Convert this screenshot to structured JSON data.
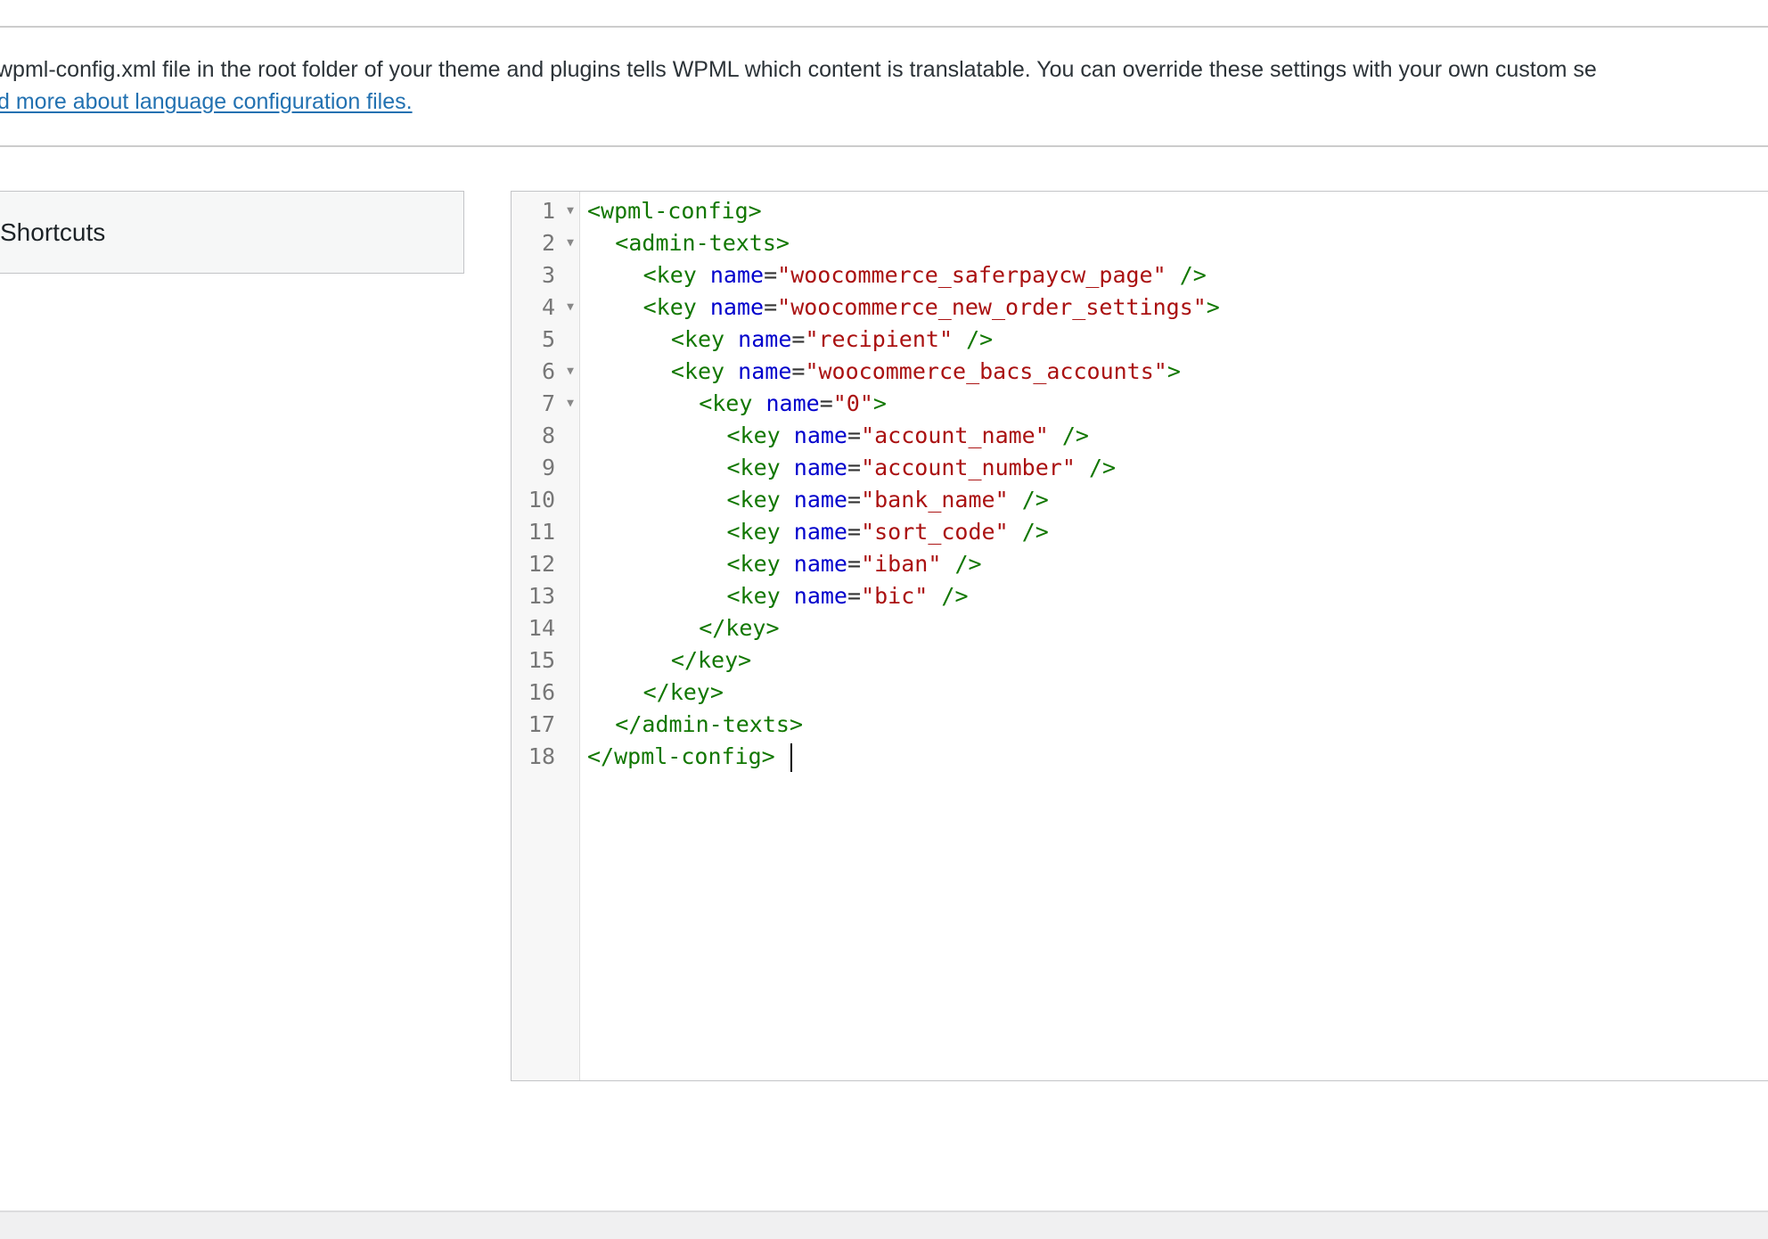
{
  "intro": {
    "text": "wpml-config.xml file in the root folder of your theme and plugins tells WPML which content is translatable. You can override these settings with your own custom se",
    "link_text": "d more about language configuration files."
  },
  "shortcuts": {
    "label": "Shortcuts"
  },
  "editor": {
    "language": "xml",
    "colors": {
      "tag": "#117700",
      "attribute": "#0000cc",
      "string": "#aa1111",
      "gutter_bg": "#f7f7f7",
      "line_number": "#777777"
    },
    "lines": [
      {
        "num": "1",
        "fold": true,
        "indent": 0,
        "tokens": [
          {
            "t": "tag",
            "v": "<wpml-config>"
          }
        ]
      },
      {
        "num": "2",
        "fold": true,
        "indent": 1,
        "tokens": [
          {
            "t": "tag",
            "v": "<admin-texts>"
          }
        ]
      },
      {
        "num": "3",
        "fold": false,
        "indent": 2,
        "tokens": [
          {
            "t": "tag",
            "v": "<key"
          },
          {
            "t": "plain",
            "v": " "
          },
          {
            "t": "attr",
            "v": "name"
          },
          {
            "t": "eq",
            "v": "="
          },
          {
            "t": "str",
            "v": "\"woocommerce_saferpaycw_page\""
          },
          {
            "t": "plain",
            "v": " "
          },
          {
            "t": "tag",
            "v": "/>"
          }
        ]
      },
      {
        "num": "4",
        "fold": true,
        "indent": 2,
        "tokens": [
          {
            "t": "tag",
            "v": "<key"
          },
          {
            "t": "plain",
            "v": " "
          },
          {
            "t": "attr",
            "v": "name"
          },
          {
            "t": "eq",
            "v": "="
          },
          {
            "t": "str",
            "v": "\"woocommerce_new_order_settings\""
          },
          {
            "t": "tag",
            "v": ">"
          }
        ]
      },
      {
        "num": "5",
        "fold": false,
        "indent": 3,
        "tokens": [
          {
            "t": "tag",
            "v": "<key"
          },
          {
            "t": "plain",
            "v": " "
          },
          {
            "t": "attr",
            "v": "name"
          },
          {
            "t": "eq",
            "v": "="
          },
          {
            "t": "str",
            "v": "\"recipient\""
          },
          {
            "t": "plain",
            "v": " "
          },
          {
            "t": "tag",
            "v": "/>"
          }
        ]
      },
      {
        "num": "6",
        "fold": true,
        "indent": 3,
        "tokens": [
          {
            "t": "tag",
            "v": "<key"
          },
          {
            "t": "plain",
            "v": " "
          },
          {
            "t": "attr",
            "v": "name"
          },
          {
            "t": "eq",
            "v": "="
          },
          {
            "t": "str",
            "v": "\"woocommerce_bacs_accounts\""
          },
          {
            "t": "tag",
            "v": ">"
          }
        ]
      },
      {
        "num": "7",
        "fold": true,
        "indent": 4,
        "tokens": [
          {
            "t": "tag",
            "v": "<key"
          },
          {
            "t": "plain",
            "v": " "
          },
          {
            "t": "attr",
            "v": "name"
          },
          {
            "t": "eq",
            "v": "="
          },
          {
            "t": "str",
            "v": "\"0\""
          },
          {
            "t": "tag",
            "v": ">"
          }
        ]
      },
      {
        "num": "8",
        "fold": false,
        "indent": 5,
        "tokens": [
          {
            "t": "tag",
            "v": "<key"
          },
          {
            "t": "plain",
            "v": " "
          },
          {
            "t": "attr",
            "v": "name"
          },
          {
            "t": "eq",
            "v": "="
          },
          {
            "t": "str",
            "v": "\"account_name\""
          },
          {
            "t": "plain",
            "v": " "
          },
          {
            "t": "tag",
            "v": "/>"
          }
        ]
      },
      {
        "num": "9",
        "fold": false,
        "indent": 5,
        "tokens": [
          {
            "t": "tag",
            "v": "<key"
          },
          {
            "t": "plain",
            "v": " "
          },
          {
            "t": "attr",
            "v": "name"
          },
          {
            "t": "eq",
            "v": "="
          },
          {
            "t": "str",
            "v": "\"account_number\""
          },
          {
            "t": "plain",
            "v": " "
          },
          {
            "t": "tag",
            "v": "/>"
          }
        ]
      },
      {
        "num": "10",
        "fold": false,
        "indent": 5,
        "tokens": [
          {
            "t": "tag",
            "v": "<key"
          },
          {
            "t": "plain",
            "v": " "
          },
          {
            "t": "attr",
            "v": "name"
          },
          {
            "t": "eq",
            "v": "="
          },
          {
            "t": "str",
            "v": "\"bank_name\""
          },
          {
            "t": "plain",
            "v": " "
          },
          {
            "t": "tag",
            "v": "/>"
          }
        ]
      },
      {
        "num": "11",
        "fold": false,
        "indent": 5,
        "tokens": [
          {
            "t": "tag",
            "v": "<key"
          },
          {
            "t": "plain",
            "v": " "
          },
          {
            "t": "attr",
            "v": "name"
          },
          {
            "t": "eq",
            "v": "="
          },
          {
            "t": "str",
            "v": "\"sort_code\""
          },
          {
            "t": "plain",
            "v": " "
          },
          {
            "t": "tag",
            "v": "/>"
          }
        ]
      },
      {
        "num": "12",
        "fold": false,
        "indent": 5,
        "tokens": [
          {
            "t": "tag",
            "v": "<key"
          },
          {
            "t": "plain",
            "v": " "
          },
          {
            "t": "attr",
            "v": "name"
          },
          {
            "t": "eq",
            "v": "="
          },
          {
            "t": "str",
            "v": "\"iban\""
          },
          {
            "t": "plain",
            "v": " "
          },
          {
            "t": "tag",
            "v": "/>"
          }
        ]
      },
      {
        "num": "13",
        "fold": false,
        "indent": 5,
        "tokens": [
          {
            "t": "tag",
            "v": "<key"
          },
          {
            "t": "plain",
            "v": " "
          },
          {
            "t": "attr",
            "v": "name"
          },
          {
            "t": "eq",
            "v": "="
          },
          {
            "t": "str",
            "v": "\"bic\""
          },
          {
            "t": "plain",
            "v": " "
          },
          {
            "t": "tag",
            "v": "/>"
          }
        ]
      },
      {
        "num": "14",
        "fold": false,
        "indent": 4,
        "tokens": [
          {
            "t": "tag",
            "v": "</key>"
          }
        ]
      },
      {
        "num": "15",
        "fold": false,
        "indent": 3,
        "tokens": [
          {
            "t": "tag",
            "v": "</key>"
          }
        ]
      },
      {
        "num": "16",
        "fold": false,
        "indent": 2,
        "tokens": [
          {
            "t": "tag",
            "v": "</key>"
          }
        ]
      },
      {
        "num": "17",
        "fold": false,
        "indent": 1,
        "tokens": [
          {
            "t": "tag",
            "v": "</admin-texts>"
          }
        ]
      },
      {
        "num": "18",
        "fold": false,
        "indent": 0,
        "cursor": true,
        "tokens": [
          {
            "t": "tag",
            "v": "</wpml-config>"
          },
          {
            "t": "plain",
            "v": " "
          }
        ]
      }
    ]
  }
}
